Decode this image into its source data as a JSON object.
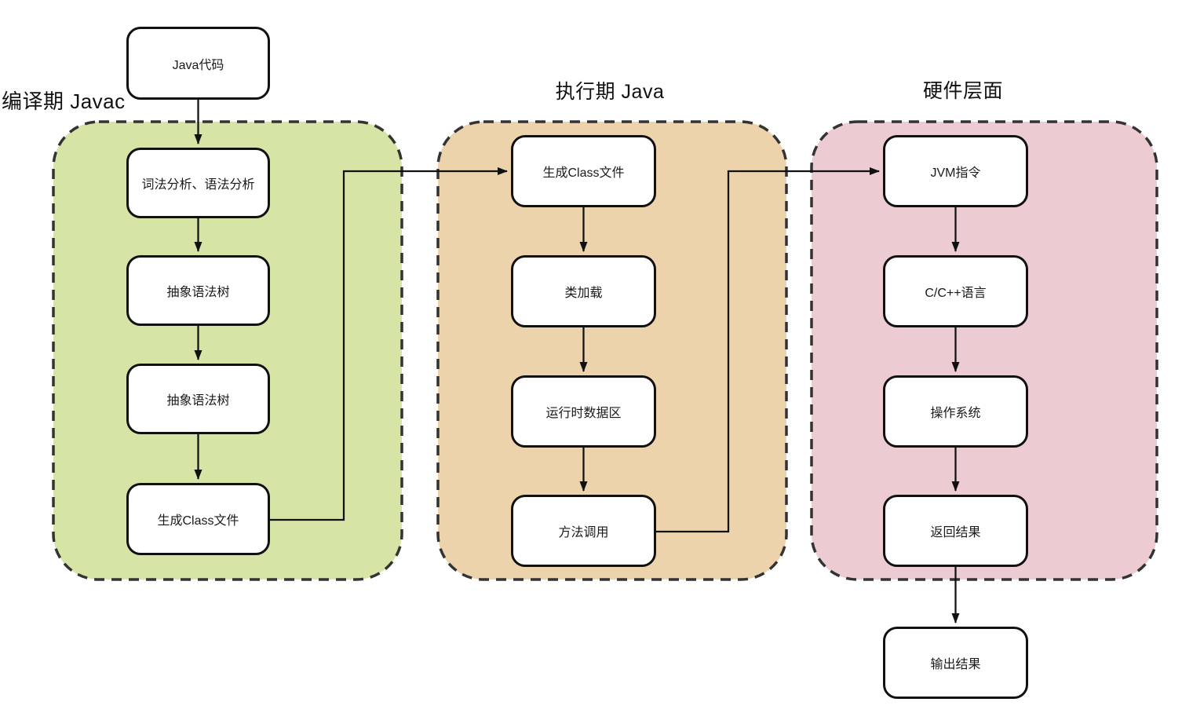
{
  "groups": [
    {
      "id": "compile",
      "label": "编译期 Javac"
    },
    {
      "id": "runtime",
      "label": "执行期 Java"
    },
    {
      "id": "hardware",
      "label": "硬件层面"
    }
  ],
  "nodes": [
    {
      "id": "java-code",
      "label": "Java代码"
    },
    {
      "id": "lexical-syntax",
      "label": "词法分析、语法分析"
    },
    {
      "id": "ast-1",
      "label": "抽象语法树"
    },
    {
      "id": "ast-2",
      "label": "抽象语法树"
    },
    {
      "id": "gen-class-left",
      "label": "生成Class文件"
    },
    {
      "id": "gen-class-mid",
      "label": "生成Class文件"
    },
    {
      "id": "class-loading",
      "label": "类加载"
    },
    {
      "id": "runtime-data",
      "label": "运行时数据区"
    },
    {
      "id": "method-call",
      "label": "方法调用"
    },
    {
      "id": "jvm-instructions",
      "label": "JVM指令"
    },
    {
      "id": "c-cpp",
      "label": "C/C++语言"
    },
    {
      "id": "operating-system",
      "label": "操作系统"
    },
    {
      "id": "return-result",
      "label": "返回结果"
    },
    {
      "id": "output-result",
      "label": "输出结果"
    }
  ],
  "edges": [
    {
      "from": "Java代码",
      "to": "词法分析、语法分析"
    },
    {
      "from": "词法分析、语法分析",
      "to": "抽象语法树"
    },
    {
      "from": "抽象语法树",
      "to": "抽象语法树"
    },
    {
      "from": "抽象语法树",
      "to": "生成Class文件"
    },
    {
      "from": "生成Class文件(编译期)",
      "to": "生成Class文件(执行期)"
    },
    {
      "from": "生成Class文件",
      "to": "类加载"
    },
    {
      "from": "类加载",
      "to": "运行时数据区"
    },
    {
      "from": "运行时数据区",
      "to": "方法调用"
    },
    {
      "from": "方法调用",
      "to": "JVM指令"
    },
    {
      "from": "JVM指令",
      "to": "C/C++语言"
    },
    {
      "from": "C/C++语言",
      "to": "操作系统"
    },
    {
      "from": "操作系统",
      "to": "返回结果"
    },
    {
      "from": "返回结果",
      "to": "输出结果"
    }
  ],
  "colors": {
    "compile_bg": "#d6e4a6",
    "runtime_bg": "#edd3ac",
    "hardware_bg": "#ecccd2",
    "group_border": "#333333",
    "line": "#111111"
  }
}
